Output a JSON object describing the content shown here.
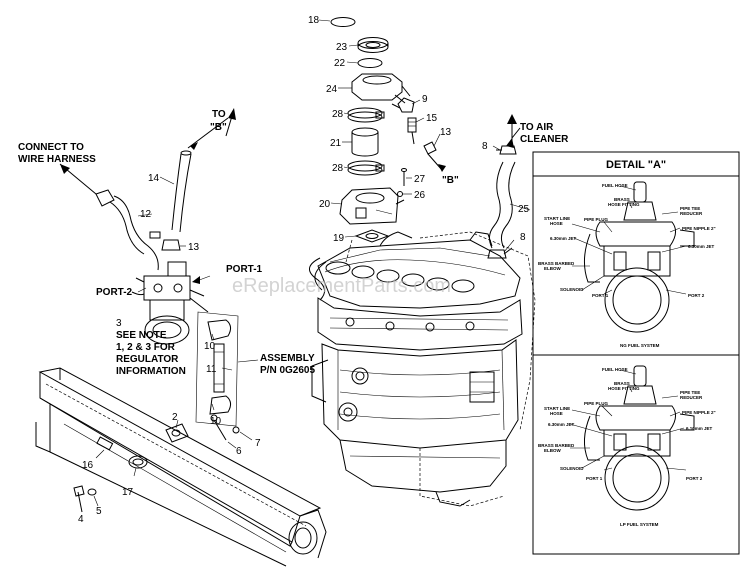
{
  "callouts": {
    "c18": "18",
    "c23": "23",
    "c22": "22",
    "c24": "24",
    "c28a": "28",
    "c21": "21",
    "c28b": "28",
    "c20": "20",
    "c19": "19",
    "c9": "9",
    "c15": "15",
    "c13a": "13",
    "c27": "27",
    "c26": "26",
    "c8a": "8",
    "c25": "25",
    "c8b": "8",
    "c14": "14",
    "c12": "12",
    "c13b": "13",
    "c3": "3",
    "c10a": "10",
    "c11": "11",
    "c10b": "10",
    "c2": "2",
    "c6": "6",
    "c7": "7",
    "c16": "16",
    "c17": "17",
    "c4": "4",
    "c5": "5"
  },
  "labels": {
    "to_b_1": "TO",
    "to_b_2": "\"B\"",
    "b_marker": "\"B\"",
    "connect_1": "CONNECT TO",
    "connect_2": "WIRE HARNESS",
    "air_1": "TO AIR",
    "air_2": "CLEANER",
    "port1": "PORT-1",
    "port2": "PORT-2",
    "note_1": "SEE NOTE",
    "note_2": "1, 2 & 3 FOR",
    "note_3": "REGULATOR",
    "note_4": "INFORMATION",
    "assembly_1": "ASSEMBLY",
    "assembly_2": "P/N 0G2605"
  },
  "detail": {
    "title": "DETAIL \"A\"",
    "ng": {
      "fuel_hose": "FUEL HOSE",
      "brass_1": "BRASS",
      "brass_2": "HOSE FITTING",
      "pipe_tee_1": "PIPE TEE",
      "pipe_tee_2": "REDUCER",
      "start_1": "START LINE",
      "start_2": "HOSE",
      "pipe_plug": "PIPE PLUG",
      "pipe_nipple": "PIPE NIPPLE 2\"",
      "jet_left": "6.30mm JET",
      "jet_right": "6.30mm JET",
      "barbed_1": "BRASS BARBED",
      "barbed_2": "ELBOW",
      "solenoid": "SOLENOID",
      "port1": "PORT 1",
      "port2": "PORT 2",
      "system": "NG FUEL SYSTEM"
    },
    "lp": {
      "fuel_hose": "FUEL HOSE",
      "brass_1": "BRASS",
      "brass_2": "HOSE FITTING",
      "pipe_tee_1": "PIPE TEE",
      "pipe_tee_2": "REDUCER",
      "start_1": "START LINE",
      "start_2": "HOSE",
      "pipe_plug": "PIPE PLUG",
      "pipe_nipple": "PIPE NIPPLE 2\"",
      "jet_left": "6.30mm JET",
      "jet_right": "6.10mm JET",
      "barbed_1": "BRASS BARBED",
      "barbed_2": "ELBOW",
      "solenoid": "SOLENOID",
      "port1": "PORT 1",
      "port2": "PORT 2",
      "system": "LP FUEL SYSTEM"
    }
  },
  "watermark": "eReplacementParts.com"
}
